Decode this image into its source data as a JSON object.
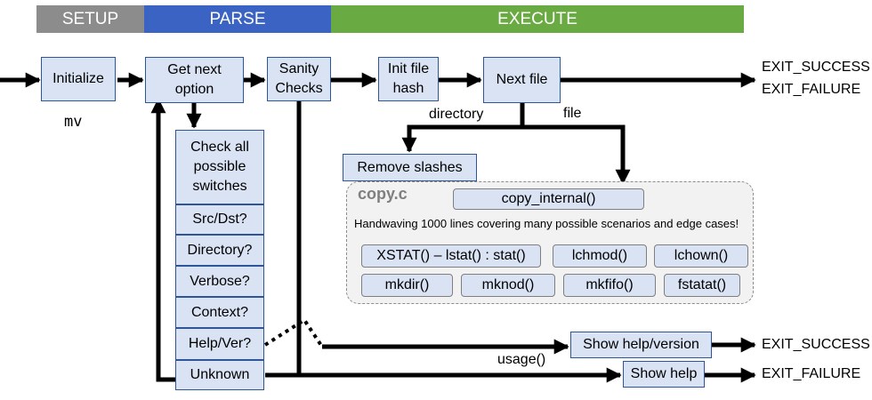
{
  "phases": {
    "setup": {
      "label": "SETUP",
      "color": "#8c8c8c"
    },
    "parse": {
      "label": "PARSE",
      "color": "#3a63c3"
    },
    "execute": {
      "label": "EXECUTE",
      "color": "#6aaa42"
    }
  },
  "steps": {
    "initialize": "Initialize",
    "get_next_option": "Get next option",
    "sanity_checks": "Sanity Checks",
    "init_file_hash": "Init file hash",
    "next_file": "Next file"
  },
  "program_name": "mv",
  "options": {
    "header": "Check all possible switches",
    "items": [
      "Src/Dst?",
      "Directory?",
      "Verbose?",
      "Context?",
      "Help/Ver?",
      "Unknown"
    ]
  },
  "branches": {
    "directory": "directory",
    "file": "file",
    "usage": "usage()"
  },
  "remove_slashes": "Remove slashes",
  "copy": {
    "title": "copy.c",
    "internal": "copy_internal()",
    "description": "Handwaving 1000 lines covering many possible scenarios and edge cases!",
    "calls_row1": [
      "XSTAT() – lstat() : stat()",
      "lchmod()",
      "lchown()"
    ],
    "calls_row2": [
      "mkdir()",
      "mknod()",
      "mkfifo()",
      "fstatat()"
    ]
  },
  "show_help_version": "Show help/version",
  "show_help": "Show help",
  "exits": {
    "main": [
      "EXIT_SUCCESS",
      "EXIT_FAILURE"
    ],
    "help_version": "EXIT_SUCCESS",
    "help": "EXIT_FAILURE"
  },
  "colors": {
    "box_fill": "#dae3f3",
    "box_border": "#2f5597",
    "panel_fill": "#f2f2f2"
  }
}
